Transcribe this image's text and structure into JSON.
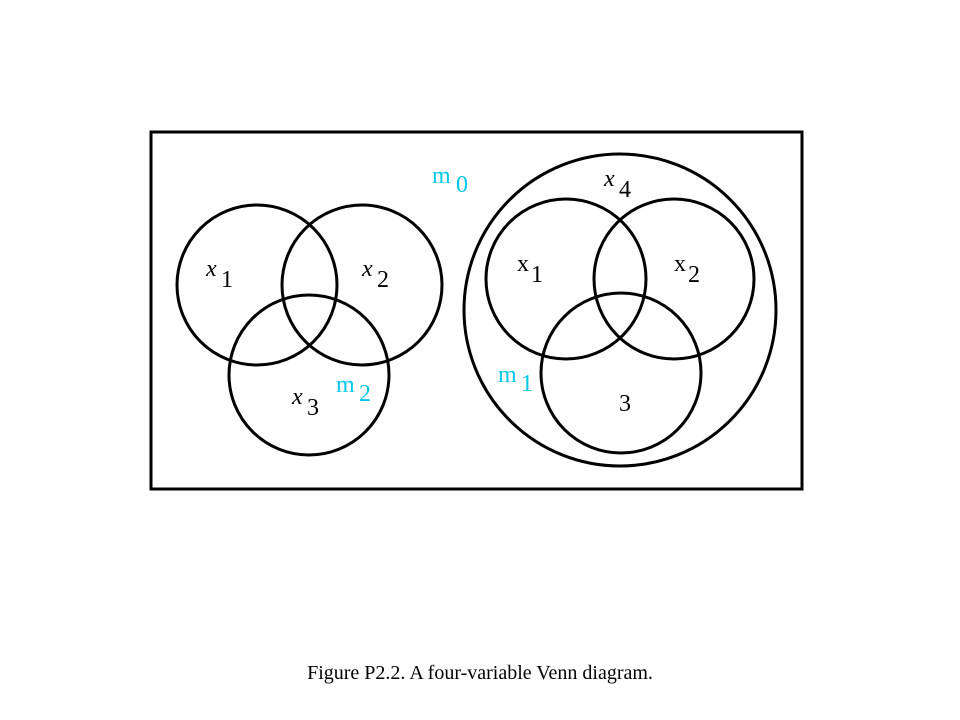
{
  "figure": {
    "caption": "Figure P2.2.  A four-variable Venn diagram."
  },
  "labels": {
    "x1_left": "x",
    "x1_left_sub": "1",
    "x2_left": "x",
    "x2_left_sub": "2",
    "x3_left": "x",
    "x3_left_sub": "3",
    "m0": "m",
    "m0_sub": "0",
    "m1": "m",
    "m1_sub": "1",
    "m2": "m",
    "m2_sub": "2",
    "x4": "x",
    "x4_sub": "4",
    "x1_right": "x",
    "x1_right_sub": "1",
    "x2_right": "x",
    "x2_right_sub": "2",
    "x3_right_sub": "3"
  },
  "colors": {
    "minterm_label": "#00c8e6",
    "line": "#000000"
  }
}
